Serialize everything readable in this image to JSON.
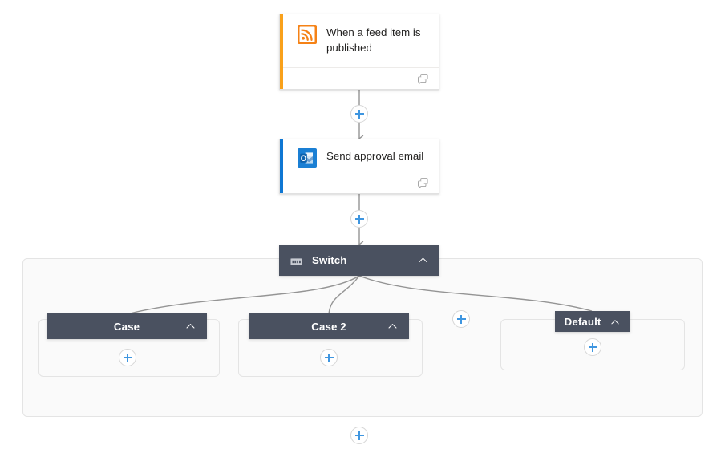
{
  "canvas": {
    "background": "#ffffff",
    "scope_background": "#fafafa",
    "scope_border": "#e4e4e4",
    "dark_header_bg": "#4a5160",
    "accent_blue": "#3f96e0",
    "connector_color": "#949494"
  },
  "nodes": {
    "trigger": {
      "title": "When a feed item is published",
      "icon": "rss-icon",
      "accent_color": "#f9a11b",
      "footer_icon": "comments-icon"
    },
    "action": {
      "title": "Send approval email",
      "icon": "outlook-icon",
      "accent_color": "#0f77d3",
      "footer_icon": "comments-icon"
    },
    "switch": {
      "title": "Switch",
      "icon": "switch-icon",
      "collapse_icon": "chevron-up-icon"
    }
  },
  "branches": [
    {
      "label": "Case",
      "collapse_icon": "chevron-up-icon",
      "add_action_label": "+"
    },
    {
      "label": "Case 2",
      "collapse_icon": "chevron-up-icon",
      "add_action_label": "+"
    },
    {
      "label": "Default",
      "collapse_icon": "chevron-up-icon",
      "add_action_label": "+"
    }
  ],
  "add_buttons": {
    "after_trigger": "add-step-after-trigger",
    "after_action": "add-step-after-action",
    "add_case": "add-new-case",
    "after_switch": "add-step-after-switch",
    "in_case_1": "add-action-in-case",
    "in_case_2": "add-action-in-case-2",
    "in_default": "add-action-in-default"
  }
}
